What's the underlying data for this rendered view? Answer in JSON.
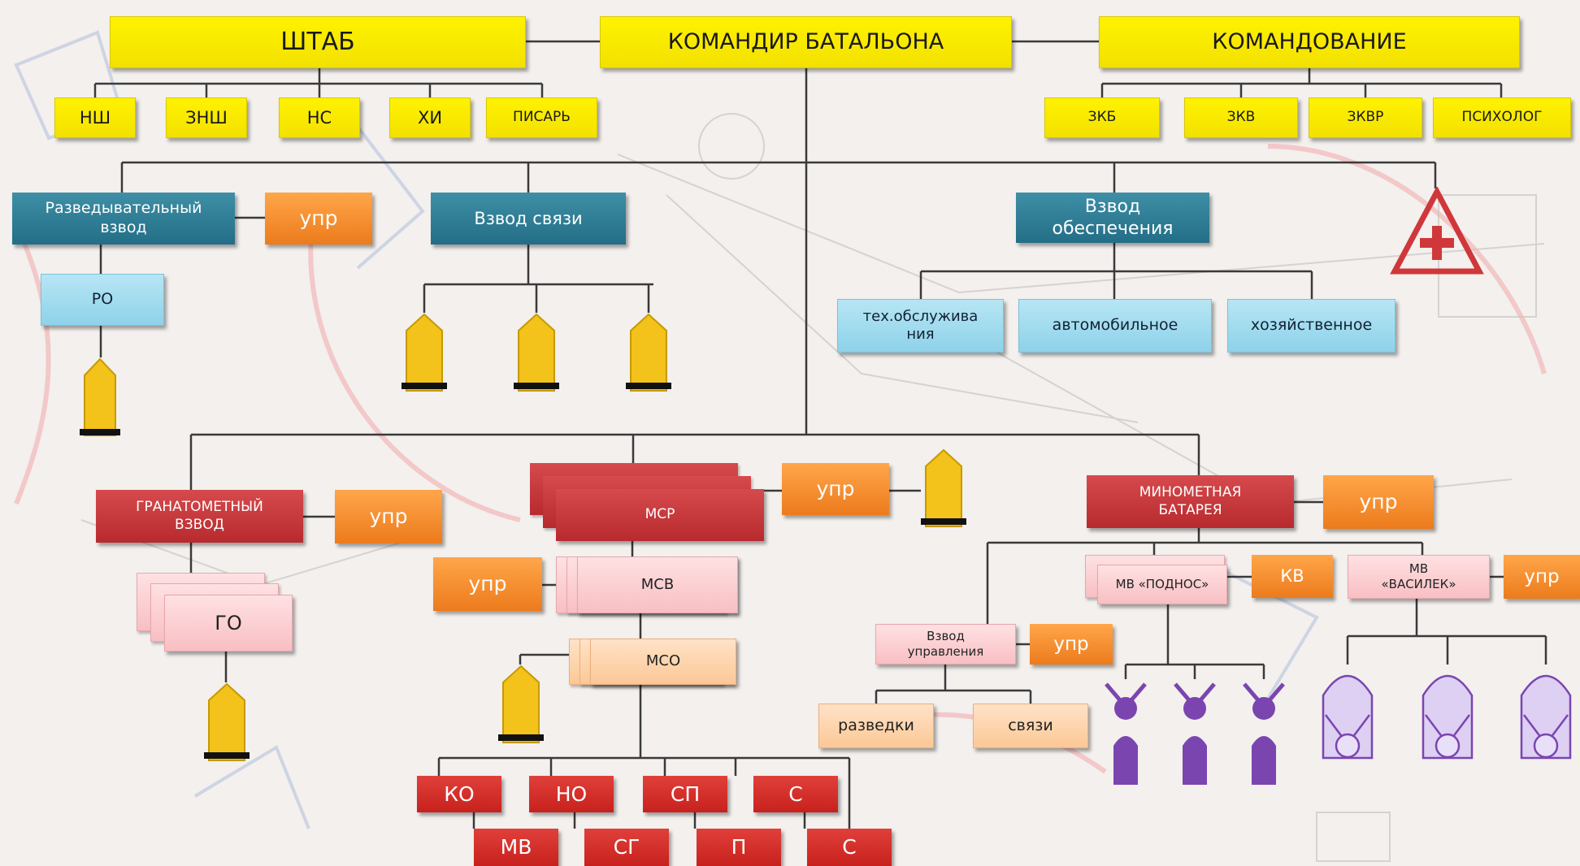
{
  "hq": {
    "shtab": "ШТАБ",
    "commander": "КОМАНДИР БАТАЛЬОНА",
    "command": "КОМАНДОВАНИЕ"
  },
  "staff": [
    "НШ",
    "ЗНШ",
    "НС",
    "ХИ",
    "ПИСАРЬ"
  ],
  "deputies": [
    "ЗКБ",
    "ЗКВ",
    "ЗКВР",
    "ПСИХОЛОГ"
  ],
  "recon": {
    "title": "Разведывательный взвод",
    "upr": "упр",
    "sub": "РО"
  },
  "signals": {
    "title": "Взвод связи"
  },
  "support": {
    "title": "Взвод обеспечения",
    "subs": [
      "тех.обслужива ния",
      "автомобильное",
      "хозяйственное"
    ]
  },
  "grenade": {
    "title": "ГРАНАТОМЕТНЫЙ ВЗВОД",
    "upr": "упр",
    "sub": "ГО"
  },
  "msr": {
    "title": "МСР",
    "upr": "упр"
  },
  "msv": {
    "title": "МСВ",
    "upr": "упр"
  },
  "mso": {
    "title": "МСО"
  },
  "squad_top": [
    "КО",
    "НО",
    "СП",
    "С"
  ],
  "squad_bottom": [
    "МВ",
    "СГ",
    "П",
    "С"
  ],
  "mortar": {
    "title": "МИНОМЕТНАЯ БАТАРЕЯ",
    "upr": "упр",
    "podnos": "МВ «ПОДНОС»",
    "kv": "КВ",
    "vasilek": "МВ «ВАСИЛЕК»",
    "vasilek_upr": "упр",
    "control": "Взвод управления",
    "control_upr": "упр",
    "control_subs": [
      "разведки",
      "связи"
    ]
  },
  "icons": [
    "medic-cross-icon",
    "infantry-soldier-icon",
    "mortar-icon",
    "howitzer-icon"
  ],
  "colors": {
    "yellow": "#fff200",
    "teal": "#2b7a93",
    "light_blue": "#9fdcf0",
    "orange": "#f58a2a",
    "red": "#c0393c",
    "pink": "#fbc9cc",
    "peach": "#fdd5ae",
    "purple": "#7b45b0",
    "lavender": "#ddd0f3",
    "wire": "#3a3a3a"
  }
}
